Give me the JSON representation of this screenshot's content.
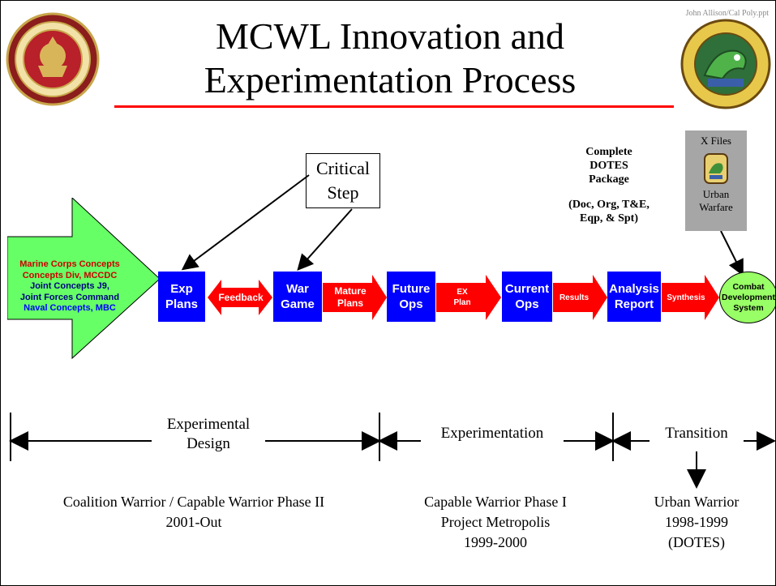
{
  "slide": {
    "title_line1": "MCWL Innovation and",
    "title_line2": "Experimentation Process",
    "credit": "John Allison/Cal Poly.ppt"
  },
  "logos": {
    "left_icon": "department-of-the-navy-seal-icon",
    "right_icon": "marine-corps-warfighting-laboratory-logo-icon"
  },
  "inputs_arrow": {
    "lines": [
      {
        "text": "Marine Corps Concepts",
        "color": "#cc0000"
      },
      {
        "text": "Concepts Div, MCCDC",
        "color": "#cc0000"
      },
      {
        "text": "Joint Concepts J9,",
        "color": "#000080"
      },
      {
        "text": "Joint Forces Command",
        "color": "#000080"
      },
      {
        "text": "Naval Concepts, MBC",
        "color": "#0000ff"
      }
    ],
    "fill": "#66ff66"
  },
  "critical_step": {
    "line1": "Critical",
    "line2": "Step"
  },
  "boxes": {
    "exp_plans": {
      "line1": "Exp",
      "line2": "Plans"
    },
    "war_game": {
      "line1": "War",
      "line2": "Game"
    },
    "future_ops": {
      "line1": "Future",
      "line2": "Ops"
    },
    "current_ops": {
      "line1": "Current",
      "line2": "Ops"
    },
    "analysis_report": {
      "line1": "Analysis",
      "line2": "Report"
    }
  },
  "connectors": {
    "feedback": "Feedback",
    "mature_plans": {
      "line1": "Mature",
      "line2": "Plans"
    },
    "ex_plan": {
      "line1": "EX",
      "line2": "Plan"
    },
    "results": "Results",
    "synthesis": "Synthesis"
  },
  "combat_dev": {
    "line1": "Combat",
    "line2": "Development",
    "line3": "System",
    "fill": "#99ff66"
  },
  "dotes": {
    "line1": "Complete",
    "line2": "DOTES",
    "line3": "Package",
    "line4": "(Doc, Org, T&E,",
    "line5": "Eqp, & Spt)"
  },
  "xfiles": {
    "title": "X Files",
    "line1": "Urban",
    "line2": "Warfare",
    "fill": "#a6a6a6"
  },
  "phases": {
    "design": {
      "line1": "Experimental",
      "line2": "Design"
    },
    "experimentation": "Experimentation",
    "transition": "Transition"
  },
  "bottom": {
    "left_line1": "Coalition Warrior /  Capable Warrior Phase II",
    "left_line2": "2001-Out",
    "mid_line1": "Capable Warrior Phase I",
    "mid_line2": "Project Metropolis",
    "mid_line3": "1999-2000",
    "right_line1": "Urban Warrior",
    "right_line2": "1998-1999",
    "right_line3": "(DOTES)"
  },
  "colors": {
    "box_blue": "#0000ff",
    "connector_red": "#ff0000",
    "title_underline": "#ff0000"
  }
}
